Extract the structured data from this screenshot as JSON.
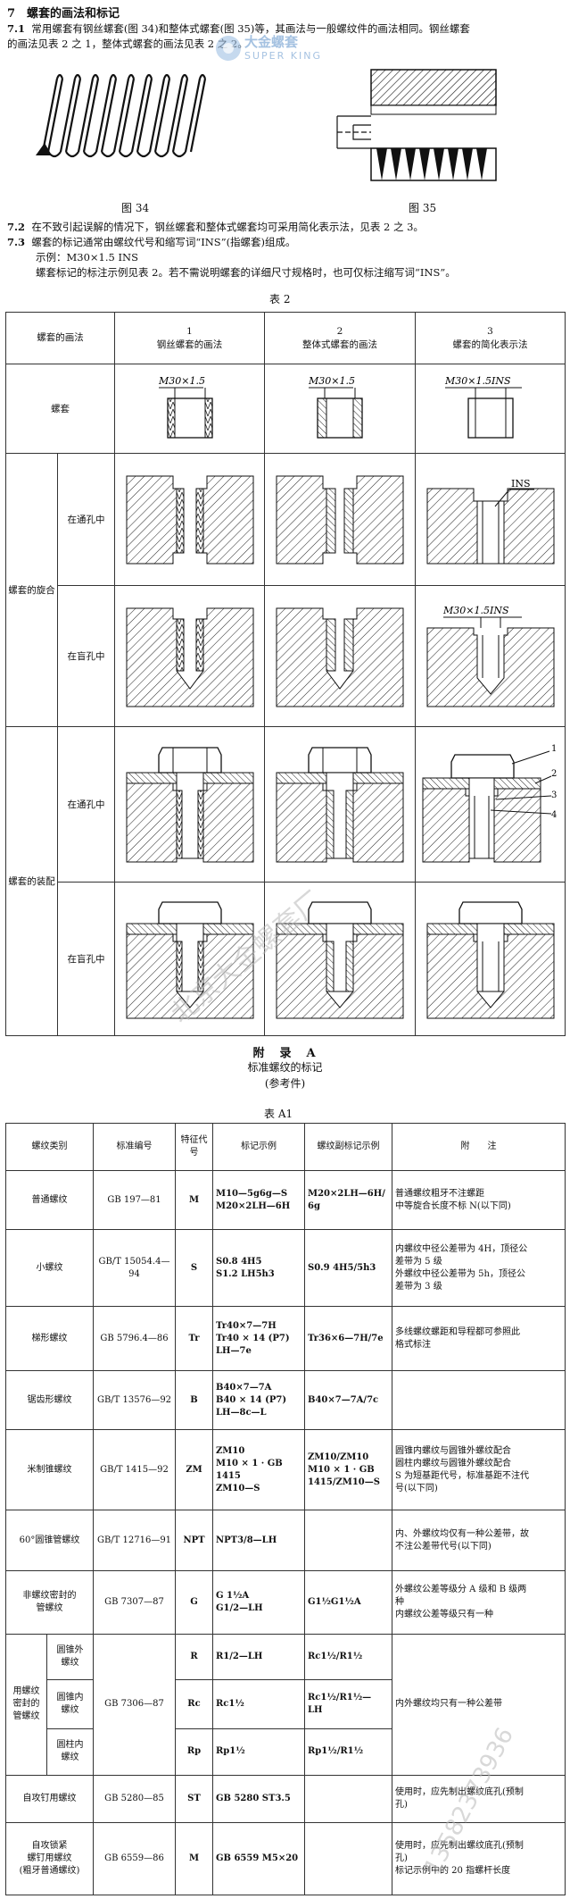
{
  "section": {
    "title": "7　螺套的画法和标记"
  },
  "para_7_1": {
    "num": "7.1",
    "line1": "常用螺套有钢丝螺套(图 34)和整体式螺套(图 35)等，其画法与一般螺纹件的画法相同。钢丝螺套",
    "line2": "的画法见表 2 之 1，整体式螺套的画法见表 2 之 2。"
  },
  "watermark": {
    "logo_text": "大金螺套",
    "logo_sub": "SUPER KING",
    "diag_text": "北京大金螺套厂",
    "phone": "13582373936"
  },
  "fig34": {
    "caption": "图 34"
  },
  "fig35": {
    "caption": "图 35"
  },
  "para_7_2": {
    "num": "7.2",
    "text": "在不致引起误解的情况下，钢丝螺套和整体式螺套均可采用简化表示法，见表 2 之 3。"
  },
  "para_7_3": {
    "num": "7.3",
    "line1": "螺套的标记通常由螺纹代号和缩写词“INS”(指螺套)组成。",
    "line2": "示例：M30×1.5 INS",
    "line3": "螺套标记的标注示例见表 2。若不需说明螺套的详细尺寸规格时，也可仅标注缩写词“INS”。"
  },
  "table2": {
    "caption": "表 2",
    "col0": "螺套的画法",
    "col1_num": "1",
    "col1_label": "钢丝螺套的画法",
    "col2_num": "2",
    "col2_label": "整体式螺套的画法",
    "col3_num": "3",
    "col3_label": "螺套的简化表示法",
    "row_sleeve": "螺套",
    "row_screwin": "螺套的旋合",
    "row_assembly": "螺套的装配",
    "through": "在通孔中",
    "blind": "在盲孔中",
    "mark_m30": "M30×1.5",
    "mark_ins_full": "M30×1.5INS",
    "mark_ins": "INS",
    "callouts": [
      "1",
      "2",
      "3",
      "4"
    ]
  },
  "appendix": {
    "title": "附　录　A",
    "subtitle": "标准螺纹的标记",
    "note": "(参考件)"
  },
  "tableA1": {
    "caption": "表 A1",
    "headers": [
      "螺纹类别",
      "标准编号",
      "特征代号",
      "标记示例",
      "螺纹副标记示例",
      "附　　注"
    ],
    "rows": [
      {
        "type": "普通螺纹",
        "std": "GB 197—81",
        "code": "M",
        "ex": "M10—5g6g—S\nM20×2LH—6H",
        "pair": "M20×2LH—6H/\n6g",
        "note": "普通螺纹粗牙不注螺距\n中等旋合长度不标 N(以下同)"
      },
      {
        "type": "小螺纹",
        "std": "GB/T 15054.4—\n94",
        "code": "S",
        "ex": "S0.8 4H5\nS1.2 LH5h3",
        "pair": "S0.9 4H5/5h3",
        "note": "内螺纹中径公差带为 4H，顶径公\n差带为 5 级\n外螺纹中径公差带为 5h，顶径公\n差带为 3 级"
      },
      {
        "type": "梯形螺纹",
        "std": "GB 5796.4—86",
        "code": "Tr",
        "ex": "Tr40×7—7H\nTr40 × 14 (P7)\nLH—7e",
        "pair": "Tr36×6—7H/7e",
        "note": "多线螺纹螺距和导程都可参照此\n格式标注"
      },
      {
        "type": "锯齿形螺纹",
        "std": "GB/T 13576—92",
        "code": "B",
        "ex": "B40×7—7A\nB40 × 14 (P7)\nLH—8c—L",
        "pair": "B40×7—7A/7c",
        "note": ""
      },
      {
        "type": "米制锥螺纹",
        "std": "GB/T 1415—92",
        "code": "ZM",
        "ex": "ZM10\nM10 × 1 · GB\n1415\nZM10—S",
        "pair": "ZM10/ZM10\nM10 × 1 · GB\n1415/ZM10—S",
        "note": "圆锥内螺纹与圆锥外螺纹配合\n圆柱内螺纹与圆锥外螺纹配合\nS 为短基距代号，标准基距不注代\n号(以下同)"
      },
      {
        "type": "60°圆锥管螺纹",
        "std": "GB/T 12716—91",
        "code": "NPT",
        "ex": "NPT3/8—LH",
        "pair": "",
        "note": "内、外螺纹均仅有一种公差带，故\n不注公差带代号(以下同)"
      },
      {
        "type": "非螺纹密封的\n管螺纹",
        "std": "GB 7307—87",
        "code": "G",
        "ex": "G 1½A\nG1/2—LH",
        "pair": "G1½G1½A",
        "note": "外螺纹公差等级分 A 级和 B 级两\n种\n内螺纹公差等级只有一种"
      },
      {
        "type_main": "用螺纹\n密封的\n管螺纹",
        "sub": "圆锥外\n螺纹",
        "std": "GB 7306—87",
        "code": "R",
        "ex": "R1/2—LH",
        "pair": "Rc1½/R1½",
        "note": "内外螺纹均只有一种公差带"
      },
      {
        "sub": "圆锥内\n螺纹",
        "code": "Rc",
        "ex": "Rc1½",
        "pair": "Rc1½/R1½—\nLH"
      },
      {
        "sub": "圆柱内\n螺纹",
        "code": "Rp",
        "ex": "Rp1½",
        "pair": "Rp1½/R1½"
      },
      {
        "type": "自攻钉用螺纹",
        "std": "GB 5280—85",
        "code": "ST",
        "ex": "GB 5280 ST3.5",
        "pair": "",
        "note": "使用时，应先制出螺纹底孔(预制\n孔)"
      },
      {
        "type": "自攻锁紧\n螺钉用螺纹\n(粗牙普通螺纹)",
        "std": "GB 6559—86",
        "code": "M",
        "ex": "GB 6559 M5×20",
        "pair": "",
        "note": "使用时，应先制出螺纹底孔(预制\n孔)\n标记示例中的 20 指螺杆长度"
      }
    ]
  }
}
